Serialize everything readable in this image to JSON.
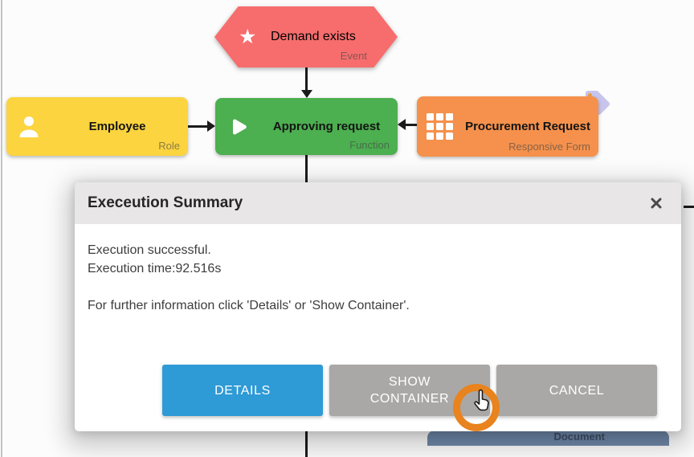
{
  "canvas": {
    "background": "#FCFCFC"
  },
  "diagram": {
    "nodes": [
      {
        "id": "event",
        "title": "Demand exists",
        "type_label": "Event",
        "color": "#F76D6D",
        "icon": "star-icon",
        "shape": "hexagon"
      },
      {
        "id": "role",
        "title": "Employee",
        "type_label": "Role",
        "color": "#FBD43F",
        "icon": "person-icon",
        "shape": "rounded-rect"
      },
      {
        "id": "function",
        "title": "Approving request",
        "type_label": "Function",
        "color": "#4CAF50",
        "icon": "play-icon",
        "shape": "rounded-rect"
      },
      {
        "id": "form",
        "title": "Procurement Request",
        "type_label": "Responsive Form",
        "color": "#F5914C",
        "icon": "grid-icon",
        "badge": "tag-icon",
        "shape": "rounded-rect"
      },
      {
        "id": "document",
        "title": "",
        "type_label": "Document",
        "color": "#6E87A8",
        "shape": "rounded-rect"
      }
    ]
  },
  "dialog": {
    "title": "Execeution Summary",
    "close_icon": "close-icon",
    "message_line1": "Execution successful.",
    "message_line2": "Execution time:92.516s",
    "message_line3": "For further information click 'Details' or 'Show Container'.",
    "buttons": [
      {
        "label": "DETAILS",
        "color": "#2E9AD6"
      },
      {
        "label": "SHOW CONTAINER",
        "color": "#A9A8A6"
      },
      {
        "label": "CANCEL",
        "color": "#A9A8A6"
      }
    ]
  },
  "annotation": {
    "cursor": "hand-pointer-icon",
    "highlight": "circle",
    "highlight_color": "#E8831D"
  }
}
